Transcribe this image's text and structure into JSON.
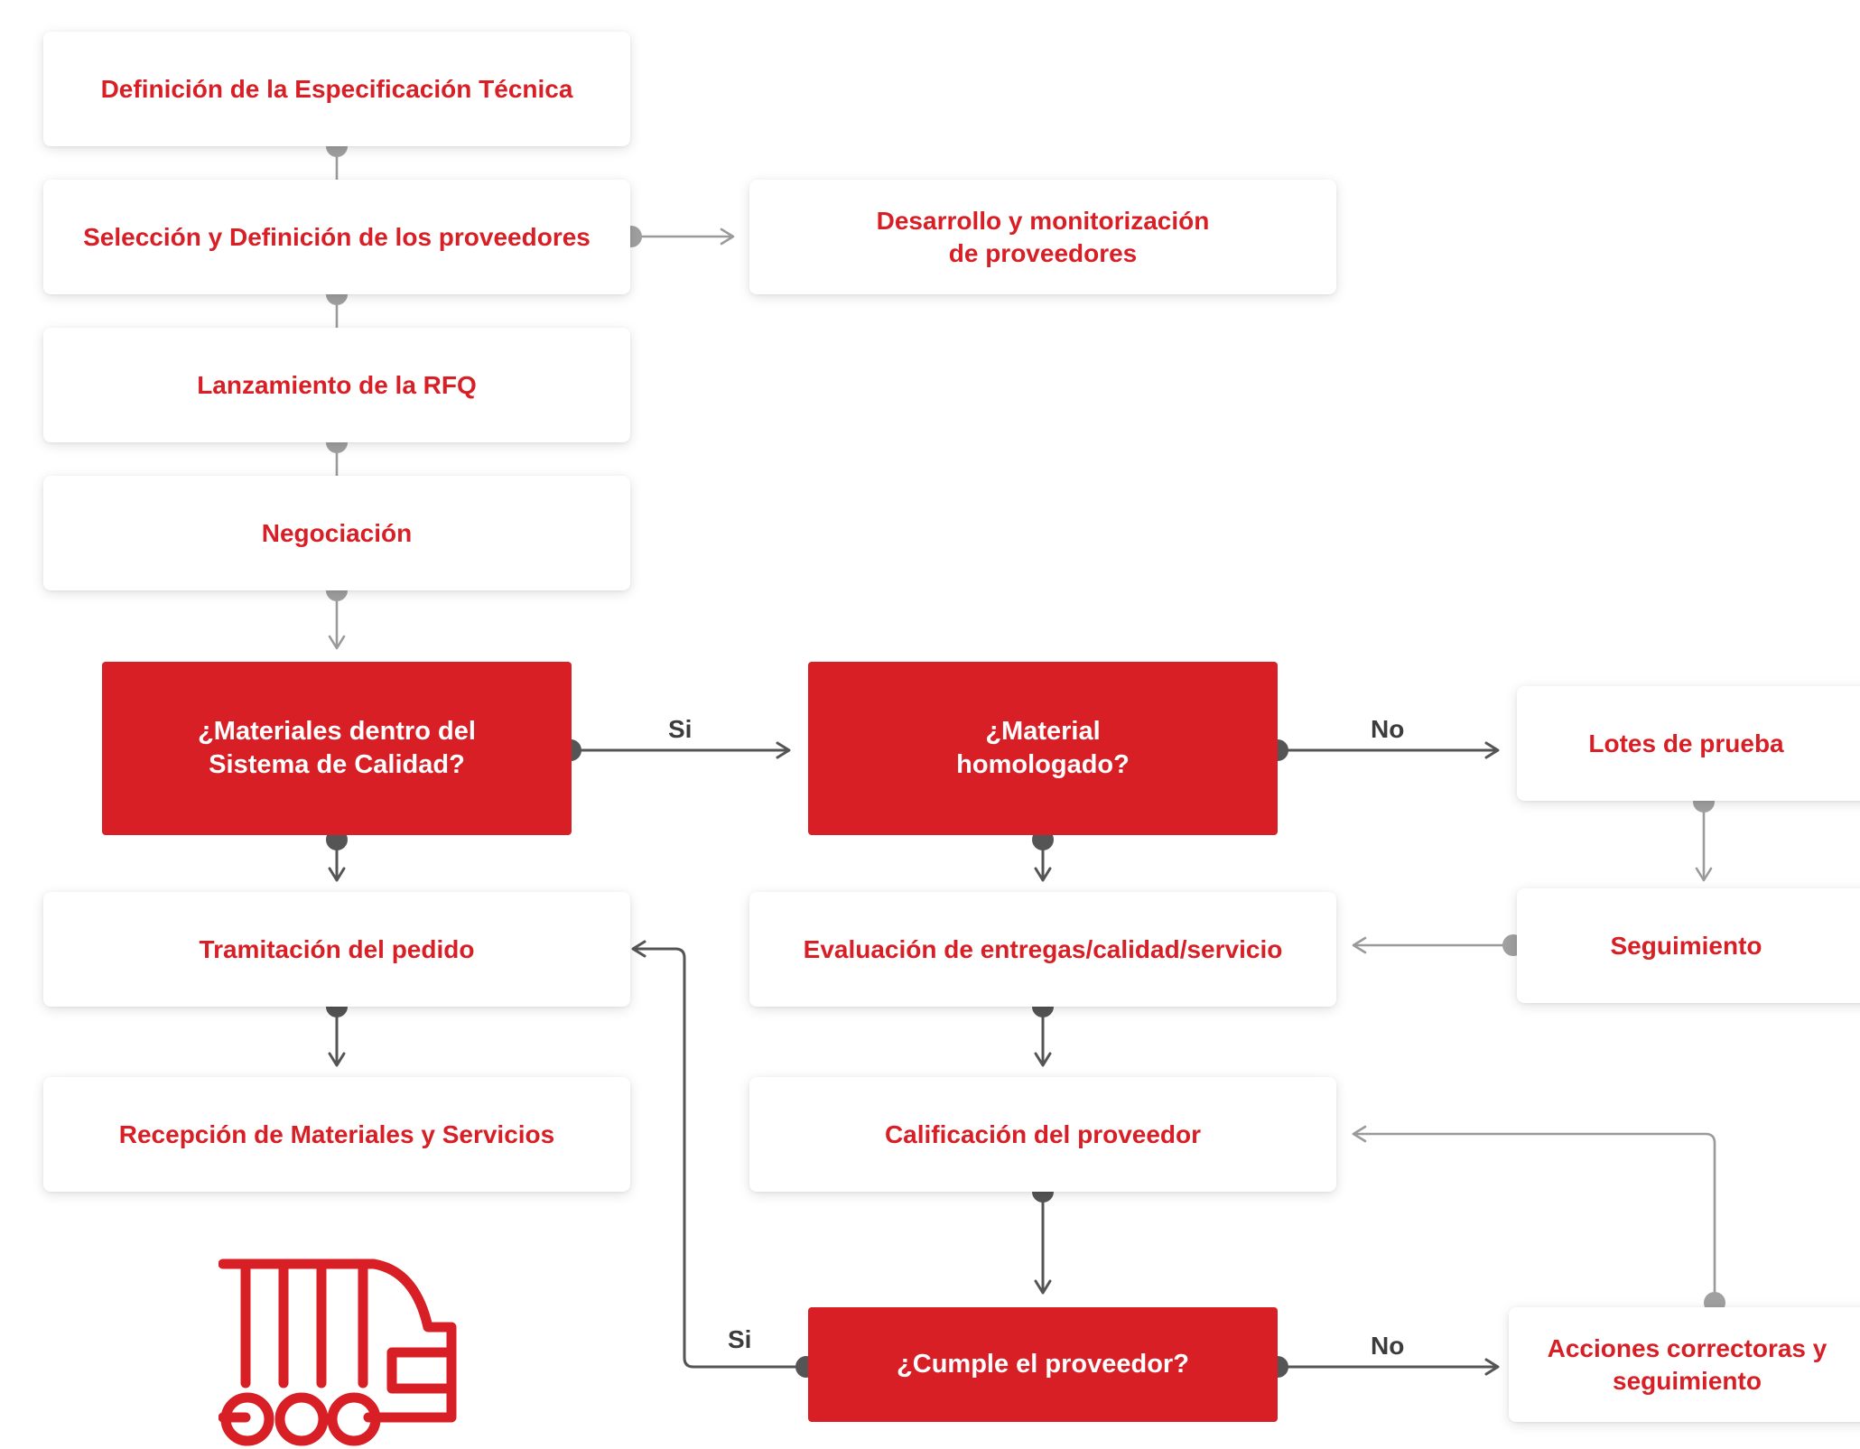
{
  "nodes": {
    "especificacion": "Definición de la Especificación Técnica",
    "seleccion": "Selección y Definición de los proveedores",
    "desarrollo": "Desarrollo y monitorización\nde proveedores",
    "rfq": "Lanzamiento de la RFQ",
    "negociacion": "Negociación",
    "materiales_calidad": "¿Materiales dentro del\nSistema de Calidad?",
    "material_homologado": "¿Material\nhomologado?",
    "lotes": "Lotes de prueba",
    "tramitacion": "Tramitación del pedido",
    "evaluacion": "Evaluación de entregas/calidad/servicio",
    "seguimiento": "Seguimiento",
    "recepcion": "Recepción de Materiales y Servicios",
    "calificacion": "Calificación del proveedor",
    "cumple": "¿Cumple el proveedor?",
    "acciones": "Acciones correctoras y\nseguimiento"
  },
  "edge_labels": {
    "si_1": "Si",
    "no_1": "No",
    "si_2": "Si",
    "no_2": "No"
  },
  "icons": {
    "truck": "truck-icon"
  },
  "colors": {
    "accent_red": "#d81f26",
    "connector_light": "#9a9a9a",
    "connector_dark": "#555555",
    "label_dark": "#3c3c3c"
  }
}
